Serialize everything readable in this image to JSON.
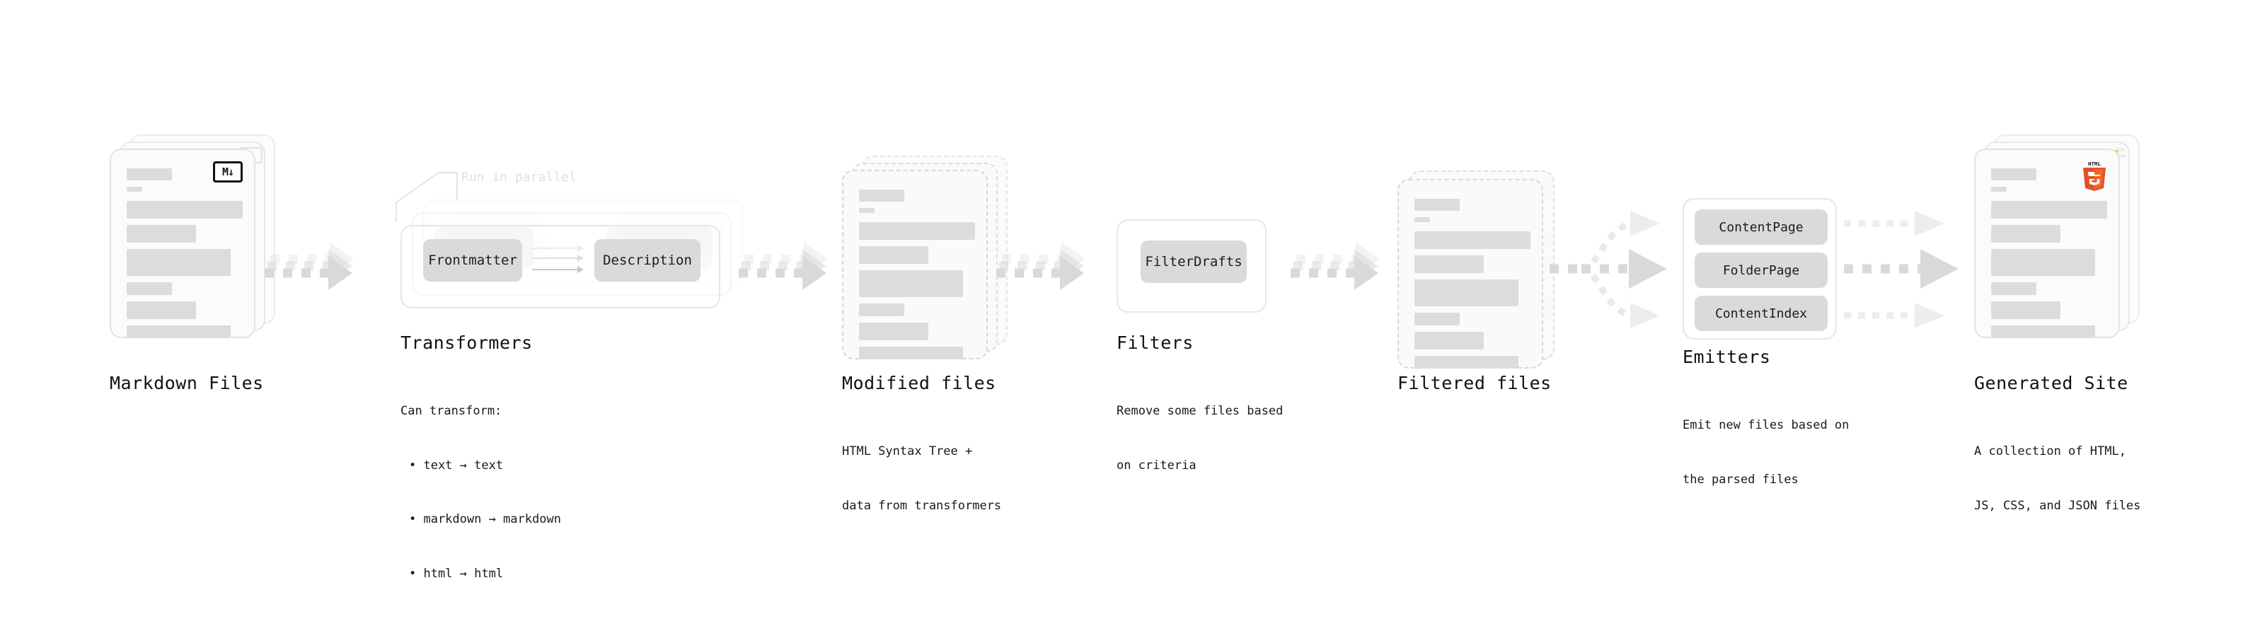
{
  "diagram": {
    "title_font_note": "monospace",
    "accent_colors": {
      "bar": "#dcdcdc",
      "chip": "#dadada",
      "arrow": "#d9d9d9",
      "html5_orange": "#e34f26",
      "css3_blue": "#2965f1",
      "js_yellow": "#f0db4f"
    }
  },
  "stages": [
    {
      "id": "markdown-files",
      "title": "Markdown Files",
      "caption": "",
      "badge": "markdown-icon",
      "badge_text": "M↓"
    },
    {
      "id": "transformers",
      "title": "Transformers",
      "caption_lines": [
        "Can transform:",
        "• text → text",
        "• markdown → markdown",
        "• html → html"
      ],
      "annotation": "Run in parallel",
      "chips": [
        "Frontmatter",
        "Description"
      ]
    },
    {
      "id": "modified-files",
      "title": "Modified files",
      "caption_lines": [
        "HTML Syntax Tree +",
        "data from transformers"
      ]
    },
    {
      "id": "filters",
      "title": "Filters",
      "caption_lines": [
        "Remove some files based",
        "on criteria"
      ],
      "chips": [
        "FilterDrafts"
      ]
    },
    {
      "id": "filtered-files",
      "title": "Filtered files",
      "caption_lines": []
    },
    {
      "id": "emitters",
      "title": "Emitters",
      "caption_lines": [
        "Emit new files based on",
        "the parsed files"
      ],
      "chips": [
        "ContentPage",
        "FolderPage",
        "ContentIndex"
      ]
    },
    {
      "id": "generated-site",
      "title": "Generated Site",
      "caption_lines": [
        "A collection of HTML,",
        "JS, CSS, and JSON files"
      ],
      "badges": [
        "html5-icon",
        "css3-icon",
        "javascript-icon"
      ],
      "html5_text": "HTML"
    }
  ]
}
